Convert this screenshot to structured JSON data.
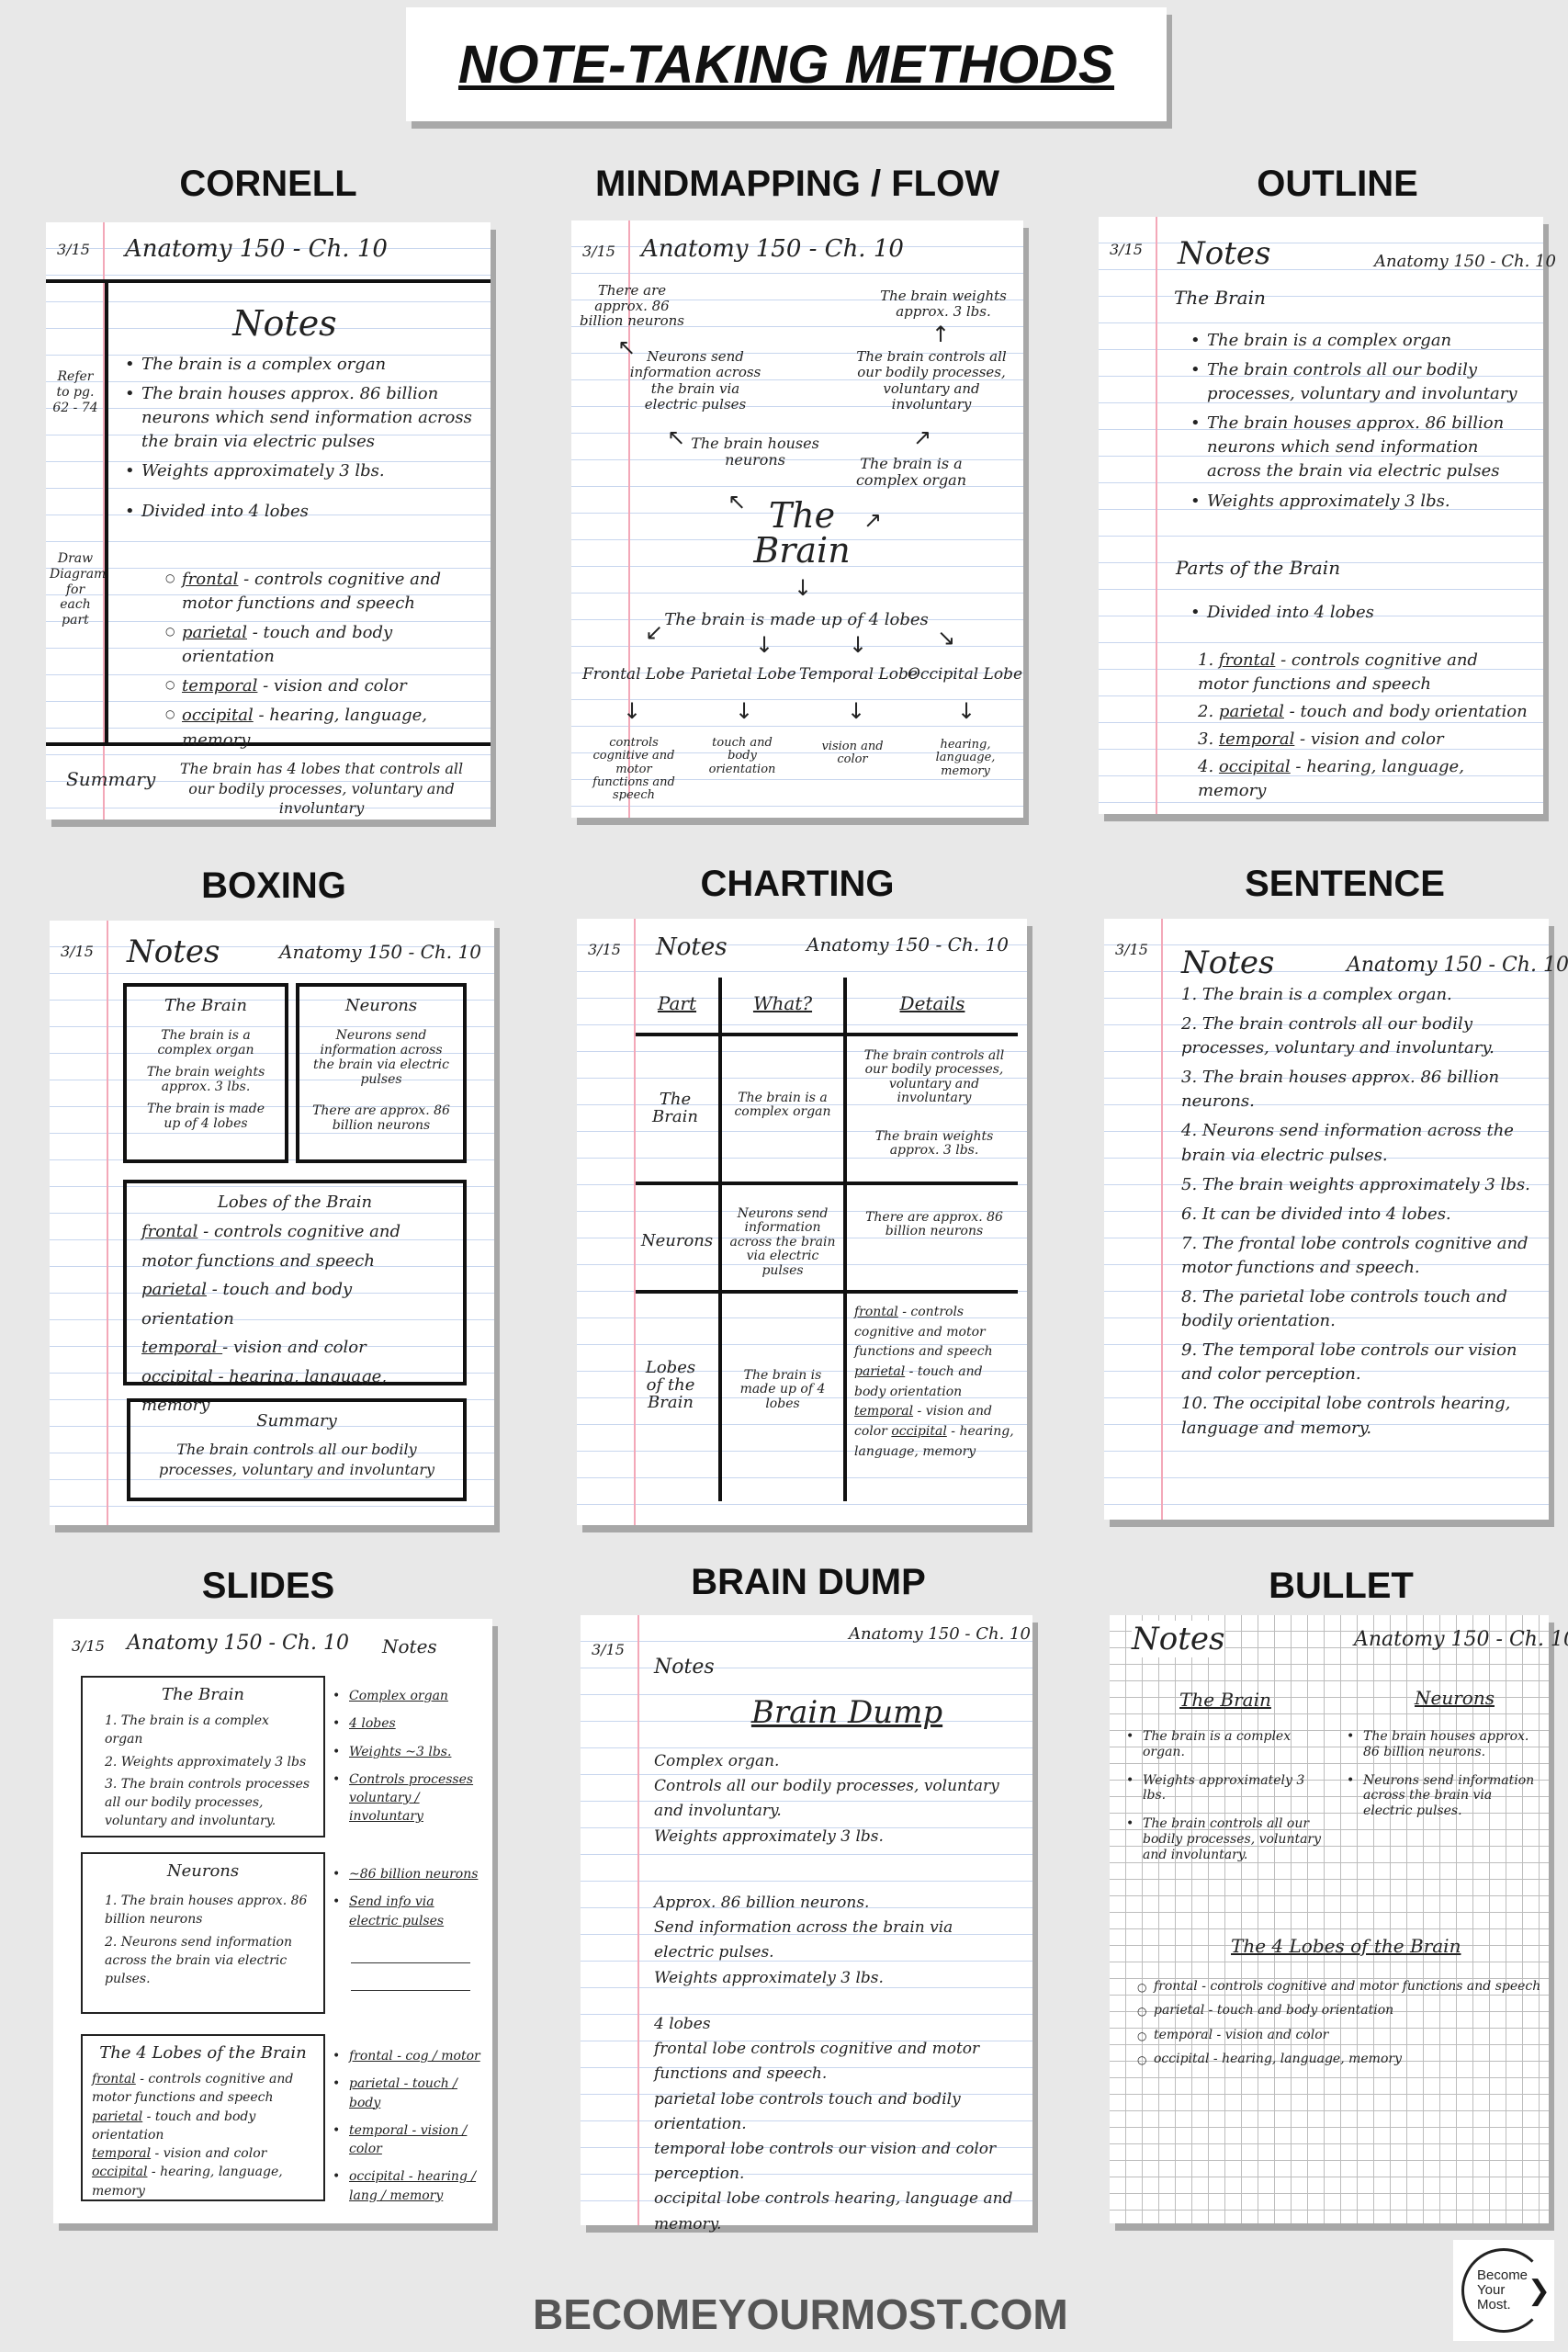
{
  "title": "NOTE-TAKING METHODS",
  "footer": "BECOMEYOURMOST.COM",
  "logo": {
    "line1": "Become",
    "line2": "Your",
    "line3": "Most."
  },
  "common": {
    "date": "3/15",
    "course": "Anatomy 150 - Ch. 10",
    "notes": "Notes"
  },
  "cornell": {
    "heading": "CORNELL",
    "notes_title": "Notes",
    "cue1": "Refer to pg. 62 - 74",
    "cue2": "Draw Diagram for each part",
    "b1": "The brain is a complex organ",
    "b2": "The brain houses approx. 86 billion neurons which send information across the brain via electric pulses",
    "b3": "Weights approximately 3 lbs.",
    "b4": "Divided into 4 lobes",
    "s1k": "frontal",
    "s1v": " - controls cognitive and motor functions and speech",
    "s2k": "parietal",
    "s2v": " - touch and body orientation",
    "s3k": "temporal",
    "s3v": " - vision and color",
    "s4k": "occipital",
    "s4v": " - hearing, language, memory",
    "summary_label": "Summary",
    "summary": "The brain has 4 lobes that controls all our bodily processes, voluntary and involuntary"
  },
  "mind": {
    "heading": "MINDMAPPING / FLOW",
    "center": "The Brain",
    "n1": "There are approx. 86 billion neurons",
    "n2": "The brain weights approx. 3 lbs.",
    "n3": "Neurons send information across the brain via electric pulses",
    "n4": "The brain controls all our bodily processes, voluntary and involuntary",
    "n5": "The brain houses neurons",
    "n6": "The brain is a complex organ",
    "n7": "The brain is made up of 4 lobes",
    "l1": "Frontal Lobe",
    "l2": "Parietal Lobe",
    "l3": "Temporal Lobe",
    "l4": "Occipital Lobe",
    "d1": "controls cognitive and motor functions and speech",
    "d2": "touch and body orientation",
    "d3": "vision and color",
    "d4": "hearing, language, memory"
  },
  "outline": {
    "heading": "OUTLINE",
    "sub1": "The Brain",
    "b1": "The brain is a complex organ",
    "b2": "The brain controls all our bodily processes, voluntary and involuntary",
    "b3": "The brain houses approx. 86 billion neurons which send information across the brain via electric pulses",
    "b4": "Weights approximately 3 lbs.",
    "sub2": "Parts of the Brain",
    "b5": "Divided into 4 lobes",
    "o1n": "1.",
    "o1k": "frontal",
    "o1v": " - controls cognitive and motor functions and speech",
    "o2n": "2.",
    "o2k": "parietal",
    "o2v": " - touch and body orientation",
    "o3n": "3.",
    "o3k": "temporal",
    "o3v": " - vision and color",
    "o4n": "4.",
    "o4k": "occipital",
    "o4v": " - hearing, language, memory"
  },
  "boxing": {
    "heading": "BOXING",
    "box1_title": "The Brain",
    "box1_a": "The brain is a complex organ",
    "box1_b": "The brain weights approx. 3 lbs.",
    "box1_c": "The brain is made up of 4 lobes",
    "box2_title": "Neurons",
    "box2_a": "Neurons send information across the brain via electric pulses",
    "box2_b": "There are approx. 86 billion neurons",
    "box3_title": "Lobes of the Brain",
    "l1k": "frontal",
    "l1v": " - controls cognitive and motor functions and speech",
    "l2k": "parietal",
    "l2v": " - touch and body orientation",
    "l3k": "temporal ",
    "l3v": " - vision and color",
    "l4k": "occipital",
    "l4v": " - hearing, language, memory",
    "box4_title": "Summary",
    "box4_text": "The brain controls all our bodily processes, voluntary and involuntary"
  },
  "charting": {
    "heading": "CHARTING",
    "col1": "Part",
    "col2": "What?",
    "col3": "Details",
    "r1p": "The Brain",
    "r1w": "The brain is a complex organ",
    "r1d1": "The brain controls all our bodily processes, voluntary and involuntary",
    "r1d2": "The brain weights approx. 3 lbs.",
    "r2p": "Neurons",
    "r2w": "Neurons send information across the brain via electric pulses",
    "r2d": "There are approx. 86 billion neurons",
    "r3p": "Lobes of the Brain",
    "r3w": "The brain is made up of 4 lobes",
    "r3d1k": "frontal",
    "r3d1v": " - controls cognitive and motor functions and speech",
    "r3d2k": "parietal",
    "r3d2v": " - touch and body orientation",
    "r3d3k": "temporal",
    "r3d3v": " - vision and color",
    "r3d4k": "occipital",
    "r3d4v": " - hearing, language, memory"
  },
  "sentence": {
    "heading": "SENTENCE",
    "items": [
      "1. The brain is a complex organ.",
      "2. The brain controls all our bodily processes, voluntary and involuntary.",
      "3. The brain houses approx. 86 billion neurons.",
      "4. Neurons send information across the brain via electric pulses.",
      "5. The brain weights approximately 3 lbs.",
      "6. It can be divided into 4 lobes.",
      "7. The frontal lobe controls cognitive and motor functions and speech.",
      "8. The parietal lobe controls touch and bodily orientation.",
      "9. The temporal  lobe controls our vision and color perception.",
      "10. The occipital lobe controls hearing, language and memory."
    ]
  },
  "slides": {
    "heading": "SLIDES",
    "notes": "Notes",
    "s1_title": "The Brain",
    "s1_items": [
      "1. The brain is a complex organ",
      "2. Weights approximately 3 lbs",
      "3. The brain controls processes all our bodily processes, voluntary and involuntary."
    ],
    "s1_notes": [
      "Complex organ",
      "4 lobes",
      "Weights ~3 lbs.",
      "Controls processes voluntary / involuntary"
    ],
    "s2_title": "Neurons",
    "s2_items": [
      "1. The brain houses approx. 86 billion neurons",
      "2. Neurons send information across the brain via electric pulses."
    ],
    "s2_notes": [
      "~86 billion neurons",
      "Send info via electric pulses"
    ],
    "s3_title": "The 4 Lobes of the Brain",
    "s3k1": "frontal",
    "s3v1": " - controls cognitive and motor functions and speech",
    "s3k2": "parietal",
    "s3v2": " - touch and body orientation",
    "s3k3": "temporal",
    "s3v3": " - vision and color",
    "s3k4": "occipital",
    "s3v4": " - hearing, language, memory",
    "s3_notes": [
      "frontal - cog / motor",
      "parietal - touch / body",
      "temporal - vision / color",
      "occipital - hearing / lang / memory"
    ]
  },
  "dump": {
    "heading": "BRAIN DUMP",
    "title": "Brain Dump",
    "p1": [
      "Complex organ.",
      "Controls all our bodily processes, voluntary and involuntary.",
      "Weights approximately 3 lbs."
    ],
    "p2": [
      "Approx. 86 billion neurons.",
      "Send information across the brain via electric pulses.",
      "Weights approximately 3 lbs."
    ],
    "p3": [
      "4 lobes",
      "frontal lobe controls cognitive and motor functions and speech.",
      "parietal lobe controls touch and bodily orientation.",
      "temporal  lobe controls our vision and color perception.",
      "occipital lobe controls hearing, language and memory."
    ]
  },
  "bullet": {
    "heading": "BULLET",
    "c1_title": "The Brain",
    "c1": [
      "The brain is a complex organ.",
      "Weights approximately 3 lbs.",
      "The brain controls all our bodily processes, voluntary and involuntary."
    ],
    "c2_title": "Neurons",
    "c2": [
      "The brain houses approx. 86 billion neurons.",
      "Neurons send information across the brain via electric pulses."
    ],
    "lobes_title": "The 4 Lobes of the Brain",
    "lobes": [
      "frontal - controls cognitive and motor functions and speech",
      "parietal - touch and body orientation",
      "temporal  - vision and color",
      "occipital - hearing, language, memory"
    ]
  }
}
